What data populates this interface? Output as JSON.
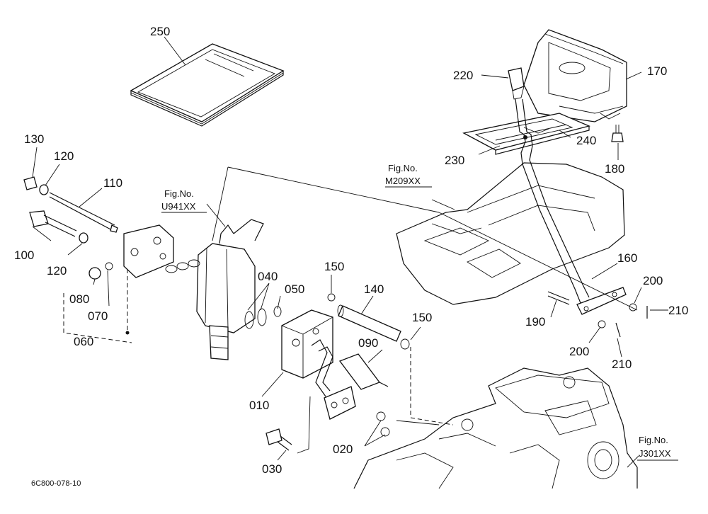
{
  "diagram": {
    "parts": [
      {
        "number": "250"
      },
      {
        "number": "220"
      },
      {
        "number": "170"
      },
      {
        "number": "240"
      },
      {
        "number": "180"
      },
      {
        "number": "230"
      },
      {
        "number": "130"
      },
      {
        "number": "120"
      },
      {
        "number": "110"
      },
      {
        "number": "100"
      },
      {
        "number": "120"
      },
      {
        "number": "080"
      },
      {
        "number": "070"
      },
      {
        "number": "060"
      },
      {
        "number": "040"
      },
      {
        "number": "050"
      },
      {
        "number": "150"
      },
      {
        "number": "140"
      },
      {
        "number": "150"
      },
      {
        "number": "090"
      },
      {
        "number": "010"
      },
      {
        "number": "020"
      },
      {
        "number": "030"
      },
      {
        "number": "160"
      },
      {
        "number": "200"
      },
      {
        "number": "210"
      },
      {
        "number": "190"
      },
      {
        "number": "200"
      },
      {
        "number": "210"
      }
    ],
    "references": [
      {
        "caption": "Fig.No.",
        "code": "U941XX"
      },
      {
        "caption": "Fig.No.",
        "code": "M209XX"
      },
      {
        "caption": "Fig.No.",
        "code": "J301XX"
      }
    ],
    "drawing_code": "6C800-078-10"
  }
}
